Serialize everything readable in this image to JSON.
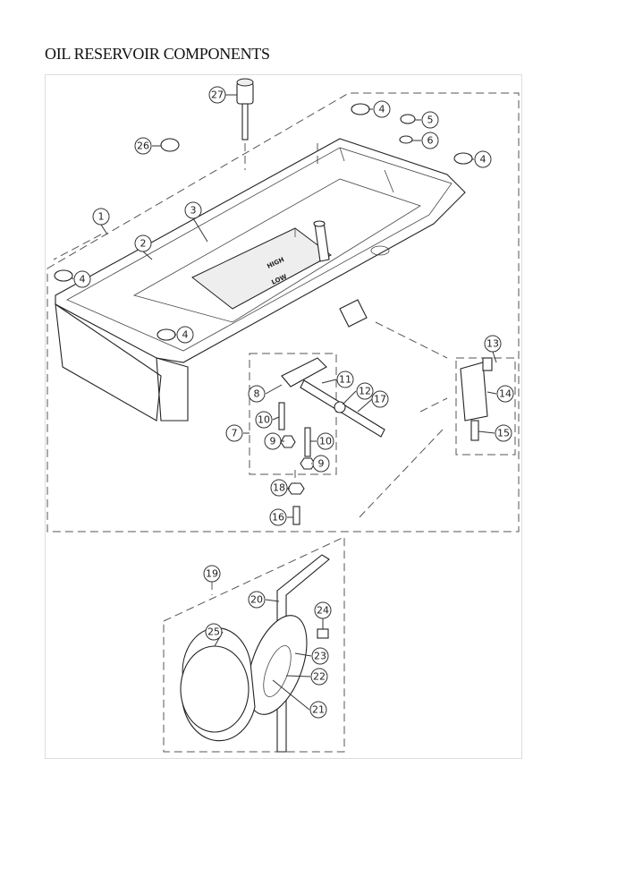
{
  "title": "OIL RESERVOIR COMPONENTS",
  "part_markings": {
    "high": "HIGH",
    "low": "LOW"
  },
  "callouts": [
    "27",
    "26",
    "4",
    "5",
    "6",
    "4",
    "1",
    "3",
    "2",
    "4",
    "4",
    "13",
    "14",
    "15",
    "11",
    "12",
    "17",
    "8",
    "10",
    "7",
    "9",
    "10",
    "9",
    "18",
    "16",
    "19",
    "20",
    "24",
    "25",
    "23",
    "22",
    "21"
  ]
}
